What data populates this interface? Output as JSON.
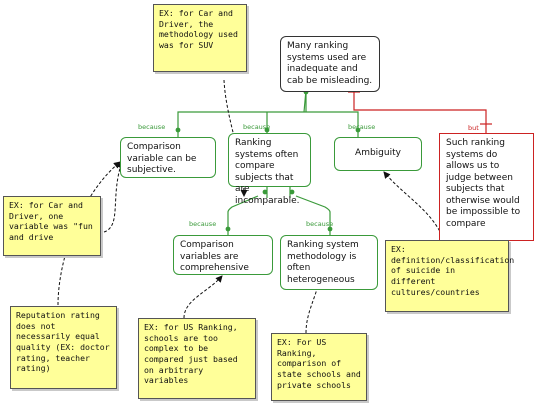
{
  "nodes": {
    "contention": "Many ranking systems used are inadequate and cab be misleading.",
    "reason_subjective": "Comparison variable can be subjective.",
    "reason_incomparable": "Ranking systems often compare subjects that are incomparable.",
    "reason_ambiguity": "Ambiguity",
    "objection_allows": "Such ranking systems do allows us to judge between subjects that otherwise would be impossible to compare",
    "reason_comprehensive": "Comparison variables are comprehensive",
    "reason_heterogeneous": "Ranking system methodology is often heterogeneous"
  },
  "notes": {
    "car_driver_suv": "EX: for Car and Driver, the methodology used was for SUV",
    "car_driver_fun": "EX: for Car and Driver, one variable was \"fun and drive",
    "reputation": "Reputation rating does not necessarily equal quality (EX: doctor rating, teacher rating)",
    "us_schools_complex": "EX: for US Ranking, schools are too complex to be compared just based on arbitrary variables",
    "us_state_private": "EX: For US Ranking, comparison of state schools and private schools",
    "suicide": "EX: definition/classification of suicide in different cultures/countries"
  },
  "connectors": {
    "because": "because",
    "but": "but"
  },
  "colors": {
    "support": "#3a9a3a",
    "objection": "#cc2222",
    "note_fill": "#ffff99"
  }
}
